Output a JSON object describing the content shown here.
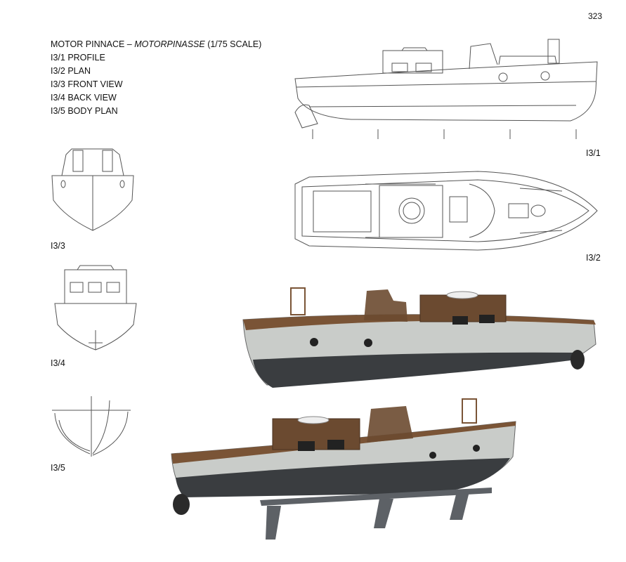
{
  "page_number": "323",
  "title": {
    "prefix": "MOTOR PINNACE – ",
    "italic": "MOTORPINASSE",
    "suffix": " (1/75 SCALE)"
  },
  "views_list": [
    "I3/1 PROFILE",
    "I3/2 PLAN",
    "I3/3 FRONT VIEW",
    "I3/4 BACK VIEW",
    "I3/5 BODY PLAN"
  ],
  "figure_labels": {
    "profile": "I3/1",
    "plan": "I3/2",
    "front": "I3/3",
    "back": "I3/4",
    "body_plan": "I3/5"
  },
  "colors": {
    "hull_grey": "#c9ccc9",
    "hull_bottom": "#3a3d40",
    "deck_brown": "#7a5436",
    "cabin_brown": "#6b4a30",
    "line_drawing": "#555555"
  }
}
